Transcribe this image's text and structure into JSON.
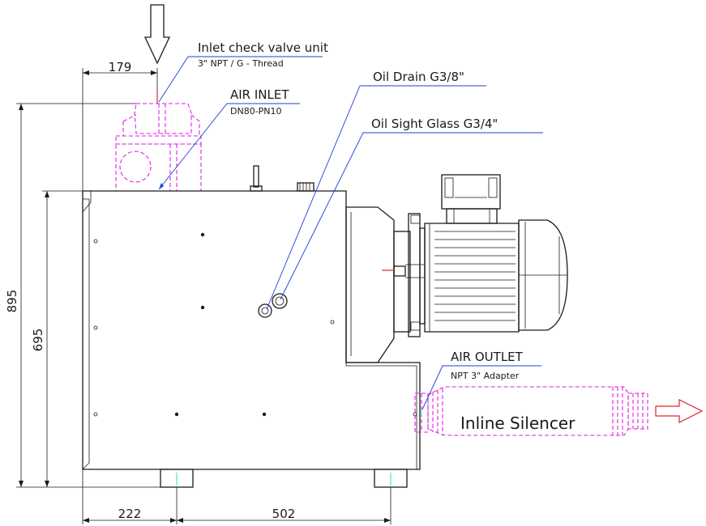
{
  "dimensions": {
    "inlet_offset": "179",
    "total_height": "895",
    "body_height": "695",
    "foot_offset": "222",
    "foot_spacing": "502"
  },
  "callouts": {
    "inlet_check_valve": {
      "title": "Inlet check valve unit",
      "subtitle": "3\" NPT / G - Thread"
    },
    "air_inlet": {
      "title": "AIR INLET",
      "subtitle": "DN80-PN10"
    },
    "oil_drain": {
      "title": "Oil Drain G3/8\""
    },
    "oil_sight_glass": {
      "title": "Oil Sight Glass G3/4\""
    },
    "air_outlet": {
      "title": "AIR OUTLET",
      "subtitle": "NPT 3\" Adapter"
    },
    "inline_silencer": {
      "title": "Inline Silencer"
    }
  },
  "colors": {
    "outline": "#1a1a1a",
    "accessory": "#e21ee6",
    "leader": "#1f3fd6",
    "flow_arrow": "#e0242a",
    "centerline": "#36c9d6"
  }
}
